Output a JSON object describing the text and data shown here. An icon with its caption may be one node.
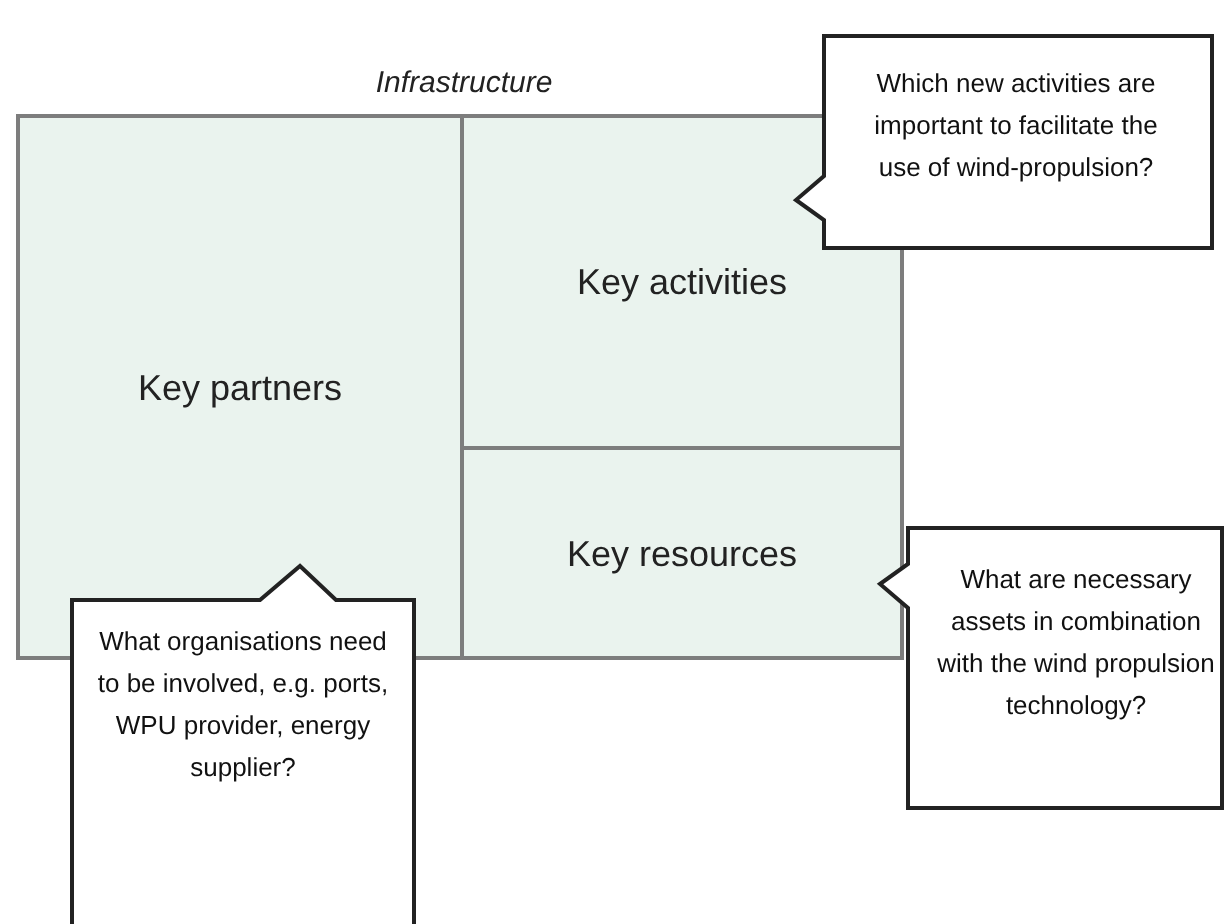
{
  "diagram": {
    "nodes": [
      {
        "text": [
          "Infrastructure"
        ]
      },
      {
        "text": [
          "Key partners"
        ],
        "in": 0
      },
      {
        "text": [
          "Key activities"
        ],
        "in": 0
      },
      {
        "text": [
          "Key resources"
        ],
        "in": 0
      },
      {
        "text": [
          "Which new activities are important to facilitate the use of wind-propulsion?"
        ]
      },
      {
        "text": [
          "What are necessary assets in combination with the wind propulsion technology?"
        ]
      },
      {
        "text": [
          "What organisations need to be involved, e.g. ports, WPU provider, energy supplier?"
        ]
      }
    ],
    "edges": []
  }
}
